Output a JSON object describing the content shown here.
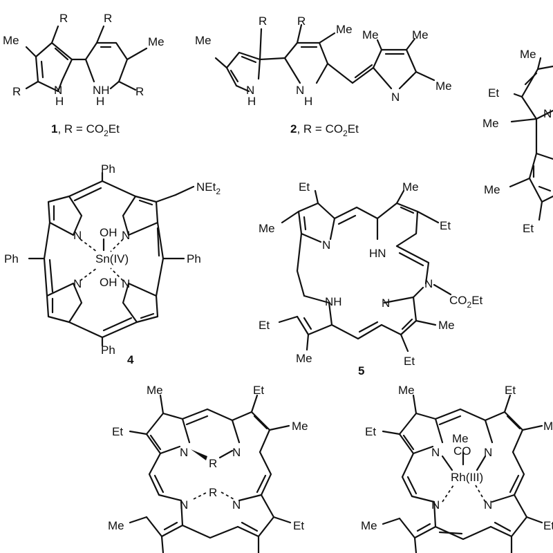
{
  "captions": {
    "c1_number": "1",
    "c1_rest": ", R = CO",
    "c1_sub": "2",
    "c1_tail": "Et",
    "c2_number": "2",
    "c2_rest": ", R = CO",
    "c2_sub": "2",
    "c2_tail": "Et",
    "c4_number": "4",
    "c5_number": "5"
  },
  "atoms": {
    "me": "Me",
    "et": "Et",
    "r": "R",
    "nh": "NH",
    "hn": "HN",
    "n": "N",
    "h": "H",
    "ph": "Ph",
    "oh": "OH",
    "co": "CO",
    "net": "NEt",
    "sub2": "2",
    "sn": "Sn(IV)",
    "rh": "Rh(III)",
    "co2et_a": "CO",
    "co2et_b": "2",
    "co2et_c": "Et"
  }
}
